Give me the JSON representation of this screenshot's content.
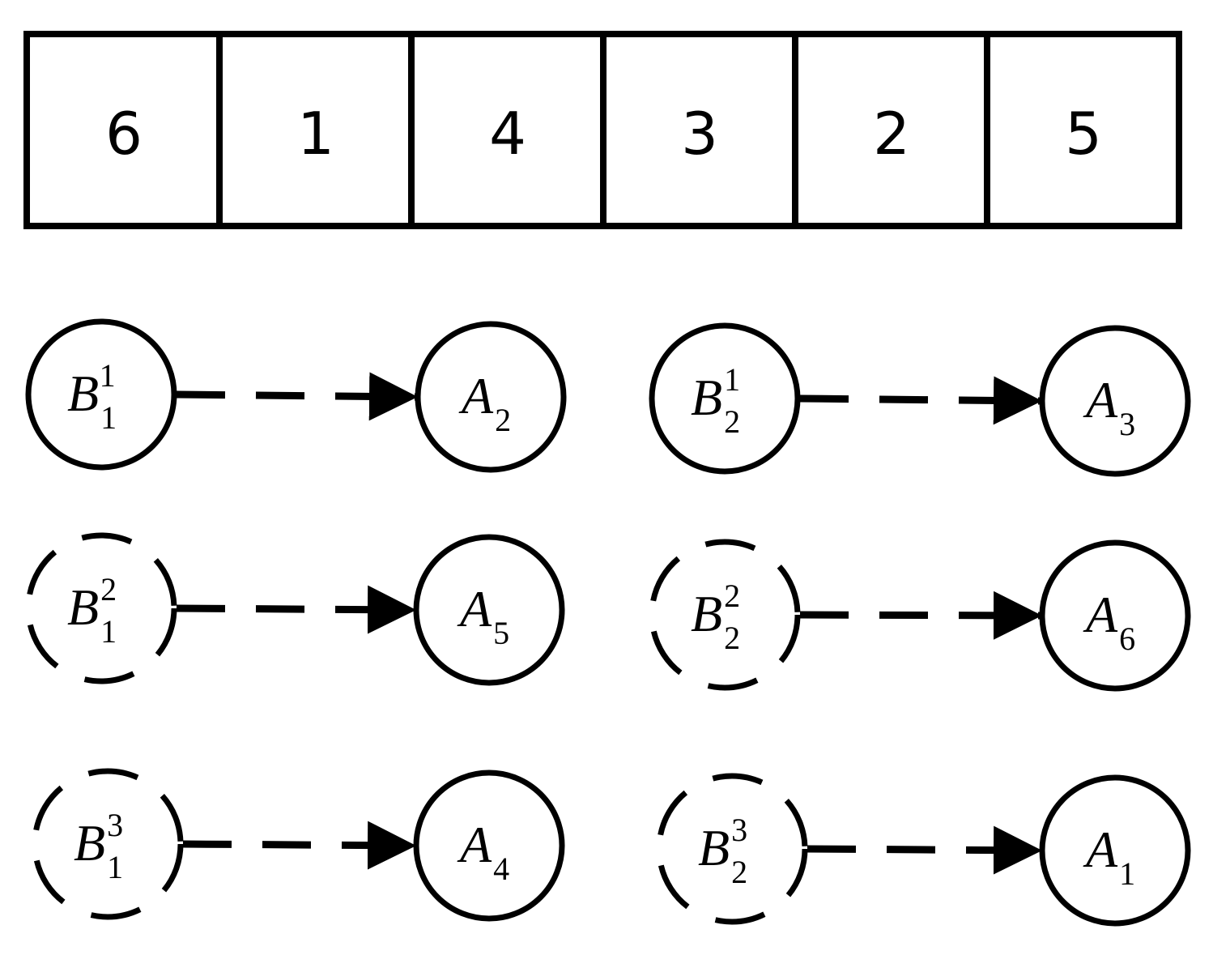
{
  "sequence": {
    "cells": [
      "6",
      "1",
      "4",
      "3",
      "2",
      "5"
    ]
  },
  "mappings": [
    {
      "id": "b1-1",
      "source": {
        "letter": "B",
        "sub": "1",
        "sup": "1"
      },
      "source_style": "solid",
      "target": {
        "letter": "A",
        "sub": "2"
      }
    },
    {
      "id": "b2-1",
      "source": {
        "letter": "B",
        "sub": "2",
        "sup": "1"
      },
      "source_style": "solid",
      "target": {
        "letter": "A",
        "sub": "3"
      }
    },
    {
      "id": "b1-2",
      "source": {
        "letter": "B",
        "sub": "1",
        "sup": "2"
      },
      "source_style": "dashed",
      "target": {
        "letter": "A",
        "sub": "5"
      }
    },
    {
      "id": "b2-2",
      "source": {
        "letter": "B",
        "sub": "2",
        "sup": "2"
      },
      "source_style": "dashed",
      "target": {
        "letter": "A",
        "sub": "6"
      }
    },
    {
      "id": "b1-3",
      "source": {
        "letter": "B",
        "sub": "1",
        "sup": "3"
      },
      "source_style": "dashed",
      "target": {
        "letter": "A",
        "sub": "4"
      }
    },
    {
      "id": "b2-3",
      "source": {
        "letter": "B",
        "sub": "2",
        "sup": "3"
      },
      "source_style": "dashed",
      "target": {
        "letter": "A",
        "sub": "1"
      }
    }
  ],
  "colors": {
    "stroke": "#000000",
    "background": "#ffffff"
  }
}
